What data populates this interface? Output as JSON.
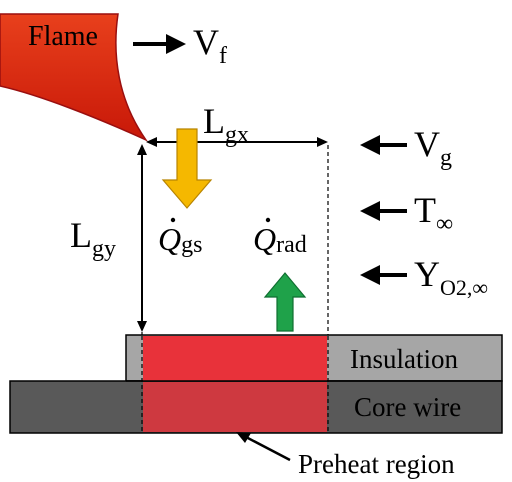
{
  "flame": {
    "label": "Flame",
    "fill_top": "#e8401c",
    "fill_bottom": "#c81808"
  },
  "velocity_flame": {
    "symbol": "V",
    "subscript": "f"
  },
  "length_gx": {
    "symbol": "L",
    "subscript": "gx"
  },
  "length_gy": {
    "symbol": "L",
    "subscript": "gy"
  },
  "velocity_gas": {
    "symbol": "V",
    "subscript": "g"
  },
  "temperature_ambient": {
    "symbol": "T",
    "subscript": "∞"
  },
  "oxygen_fraction": {
    "symbol": "Y",
    "subscript": "O2,∞"
  },
  "heat_gas_solid": {
    "symbol": "Q",
    "subscript": "gs",
    "color": "#f5b800"
  },
  "heat_radiation": {
    "symbol": "Q",
    "subscript": "rad",
    "color": "#1fa24a"
  },
  "insulation": {
    "label": "Insulation",
    "color": "#a6a6a6"
  },
  "core_wire": {
    "label": "Core wire",
    "color": "#595959"
  },
  "preheat_region": {
    "label": "Preheat region",
    "color": "#e8323a"
  }
}
